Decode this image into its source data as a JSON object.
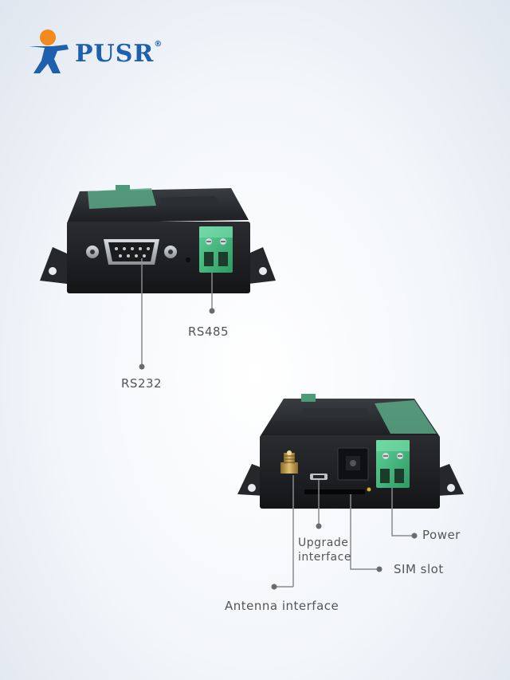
{
  "brand": {
    "name": "PUSR",
    "reg": "®",
    "colors": {
      "blue": "#1e5fae",
      "orange": "#f28a1e"
    }
  },
  "device_top": {
    "callouts": [
      {
        "id": "rs485",
        "label": "RS485"
      },
      {
        "id": "rs232",
        "label": "RS232"
      }
    ]
  },
  "device_bottom": {
    "callouts": [
      {
        "id": "power",
        "label": "Power"
      },
      {
        "id": "upgrade",
        "label_line1": "Upgrade",
        "label_line2": "interface"
      },
      {
        "id": "sim",
        "label": "SIM slot"
      },
      {
        "id": "antenna",
        "label": "Antenna interface"
      }
    ]
  }
}
